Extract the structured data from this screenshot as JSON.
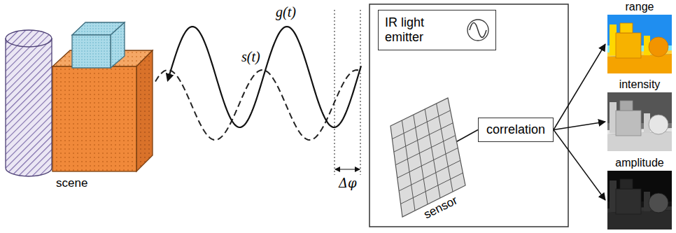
{
  "diagram": {
    "nodes": [
      {
        "text": [
          "IR light emitter"
        ]
      },
      {
        "text": [
          "sensor"
        ]
      },
      {
        "text": [
          "correlation"
        ]
      },
      {
        "text": [
          "range"
        ]
      },
      {
        "text": [
          "intensity"
        ]
      },
      {
        "text": [
          "amplitude"
        ]
      }
    ],
    "edges": [
      {
        "from": 2,
        "to": 1,
        "arrow": "to"
      },
      {
        "from": 2,
        "to": 3,
        "arrow": "to"
      },
      {
        "from": 2,
        "to": 4,
        "arrow": "to"
      },
      {
        "from": 2,
        "to": 5,
        "arrow": "to"
      }
    ],
    "labels": [
      "scene",
      "s(t)",
      "g(t)",
      "Δφ"
    ]
  }
}
